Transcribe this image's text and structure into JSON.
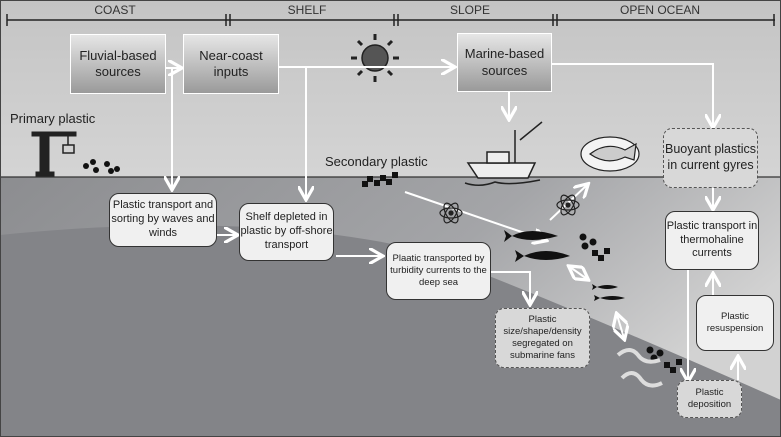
{
  "zones": [
    "COAST",
    "SHELF",
    "SLOPE",
    "OPEN OCEAN"
  ],
  "sources": {
    "fluvial": "Fluvial-based sources",
    "near_coast": "Near-coast inputs",
    "marine": "Marine-based sources"
  },
  "labels": {
    "primary_plastic": "Primary plastic",
    "secondary_plastic": "Secondary plastic"
  },
  "processes": {
    "waves": "Plastic transport and sorting by waves and winds",
    "shelf_depleted": "Shelf depleted in plastic by off-shore transport",
    "turbidity": "Plaatic transported by turbidity currents to the deep sea",
    "submarine_fans": "Plastic size/shape/density segregated on submarine fans",
    "buoyant": "Buoyant plastics in current gyres",
    "thermohaline": "Plastic transport in thermohaline currents",
    "resuspension": "Plastic resuspension",
    "deposition": "Plastic deposition"
  },
  "icons": [
    "sun-icon",
    "crane-icon",
    "pellets-icon",
    "fragments-icon",
    "fishing-boat-icon",
    "fish-plate-icon",
    "atom-icon",
    "fish-icon",
    "worm-icon"
  ],
  "colors": {
    "sky": "#d4d4d4",
    "sea": "#8a8b8e",
    "seabed": "#818286",
    "arrow": "#ffffff",
    "dark": "#222222"
  }
}
